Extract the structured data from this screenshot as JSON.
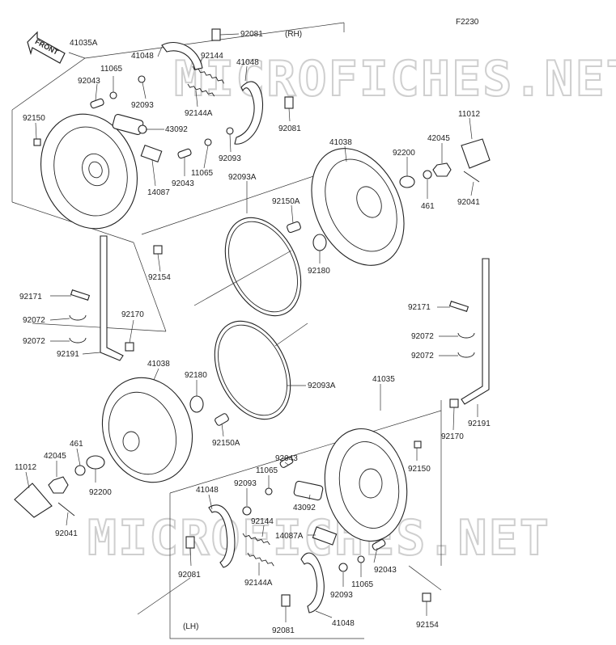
{
  "diagram_code": "F2230",
  "front_label": "FRONT",
  "section_rh": "(RH)",
  "section_lh": "(LH)",
  "watermark": "MICROFICHES.NET",
  "labels": [
    {
      "id": "lbl-41035a",
      "text": "41035A"
    },
    {
      "id": "lbl-92081-a",
      "text": "92081"
    },
    {
      "id": "lbl-41048-a",
      "text": "41048"
    },
    {
      "id": "lbl-92144-a",
      "text": "92144"
    },
    {
      "id": "lbl-41048-b",
      "text": "41048"
    },
    {
      "id": "lbl-11065-a",
      "text": "11065"
    },
    {
      "id": "lbl-92043-a",
      "text": "92043"
    },
    {
      "id": "lbl-92093-a",
      "text": "92093"
    },
    {
      "id": "lbl-92144a-a",
      "text": "92144A"
    },
    {
      "id": "lbl-92081-b",
      "text": "92081"
    },
    {
      "id": "lbl-92150-a",
      "text": "92150"
    },
    {
      "id": "lbl-43092-a",
      "text": "43092"
    },
    {
      "id": "lbl-92093-b",
      "text": "92093"
    },
    {
      "id": "lbl-11065-b",
      "text": "11065"
    },
    {
      "id": "lbl-92043-b",
      "text": "92043"
    },
    {
      "id": "lbl-14087",
      "text": "14087"
    },
    {
      "id": "lbl-11012-a",
      "text": "11012"
    },
    {
      "id": "lbl-42045-a",
      "text": "42045"
    },
    {
      "id": "lbl-41038-a",
      "text": "41038"
    },
    {
      "id": "lbl-92200-a",
      "text": "92200"
    },
    {
      "id": "lbl-461-a",
      "text": "461"
    },
    {
      "id": "lbl-92041-a",
      "text": "92041"
    },
    {
      "id": "lbl-92093a-a",
      "text": "92093A"
    },
    {
      "id": "lbl-92150a-a",
      "text": "92150A"
    },
    {
      "id": "lbl-92180-a",
      "text": "92180"
    },
    {
      "id": "lbl-92154-a",
      "text": "92154"
    },
    {
      "id": "lbl-92171-a",
      "text": "92171"
    },
    {
      "id": "lbl-92072-a",
      "text": "92072"
    },
    {
      "id": "lbl-92072-b",
      "text": "92072"
    },
    {
      "id": "lbl-92170-a",
      "text": "92170"
    },
    {
      "id": "lbl-92191-a",
      "text": "92191"
    },
    {
      "id": "lbl-92171-b",
      "text": "92171"
    },
    {
      "id": "lbl-92072-c",
      "text": "92072"
    },
    {
      "id": "lbl-92072-d",
      "text": "92072"
    },
    {
      "id": "lbl-41038-b",
      "text": "41038"
    },
    {
      "id": "lbl-92180-b",
      "text": "92180"
    },
    {
      "id": "lbl-92093a-b",
      "text": "92093A"
    },
    {
      "id": "lbl-41035",
      "text": "41035"
    },
    {
      "id": "lbl-92191-b",
      "text": "92191"
    },
    {
      "id": "lbl-92170-b",
      "text": "92170"
    },
    {
      "id": "lbl-92150a-b",
      "text": "92150A"
    },
    {
      "id": "lbl-461-b",
      "text": "461"
    },
    {
      "id": "lbl-42045-b",
      "text": "42045"
    },
    {
      "id": "lbl-11012-b",
      "text": "11012"
    },
    {
      "id": "lbl-92200-b",
      "text": "92200"
    },
    {
      "id": "lbl-92041-b",
      "text": "92041"
    },
    {
      "id": "lbl-92043-c",
      "text": "92043"
    },
    {
      "id": "lbl-11065-c",
      "text": "11065"
    },
    {
      "id": "lbl-92093-c",
      "text": "92093"
    },
    {
      "id": "lbl-41048-c",
      "text": "41048"
    },
    {
      "id": "lbl-92150-b",
      "text": "92150"
    },
    {
      "id": "lbl-43092-b",
      "text": "43092"
    },
    {
      "id": "lbl-92144-b",
      "text": "92144"
    },
    {
      "id": "lbl-14087a",
      "text": "14087A"
    },
    {
      "id": "lbl-92081-c",
      "text": "92081"
    },
    {
      "id": "lbl-92144a-b",
      "text": "92144A"
    },
    {
      "id": "lbl-92043-d",
      "text": "92043"
    },
    {
      "id": "lbl-11065-d",
      "text": "11065"
    },
    {
      "id": "lbl-92093-d",
      "text": "92093"
    },
    {
      "id": "lbl-92081-d",
      "text": "92081"
    },
    {
      "id": "lbl-41048-d",
      "text": "41048"
    },
    {
      "id": "lbl-92154-b",
      "text": "92154"
    }
  ]
}
